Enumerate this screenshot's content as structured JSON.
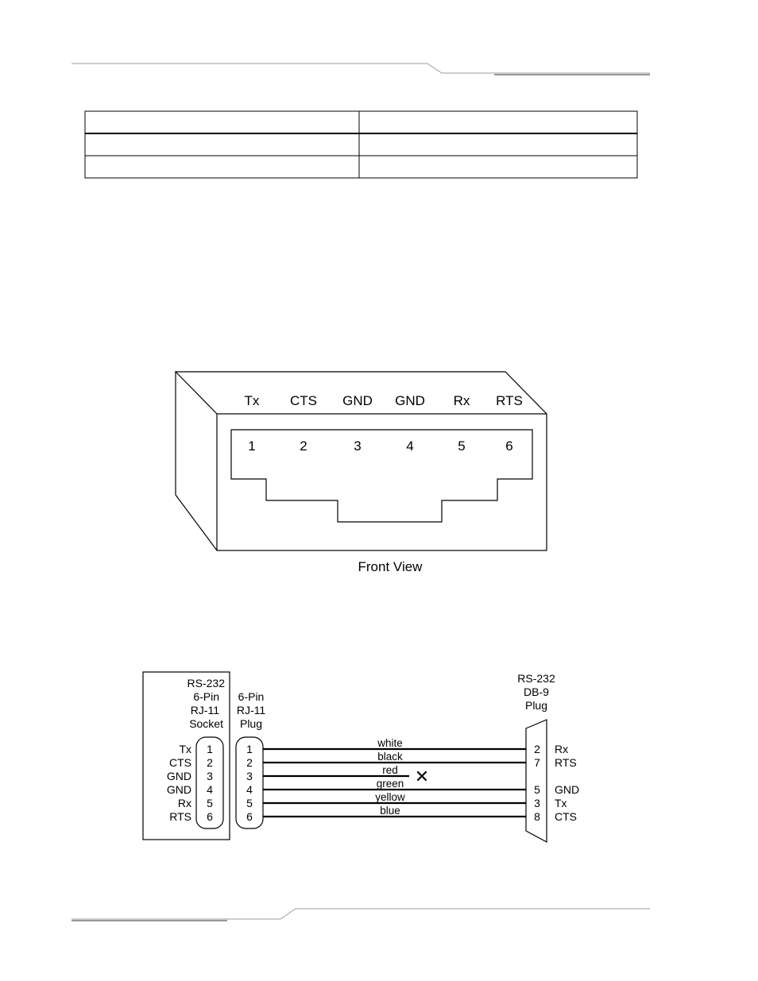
{
  "rj11_front_view": {
    "signals": [
      "Tx",
      "CTS",
      "GND",
      "GND",
      "Rx",
      "RTS"
    ],
    "pins": [
      "1",
      "2",
      "3",
      "4",
      "5",
      "6"
    ],
    "caption": "Front View"
  },
  "cable_diagram": {
    "socket_label": [
      "RS-232",
      "6-Pin",
      "RJ-11",
      "Socket"
    ],
    "plug_label": [
      "6-Pin",
      "RJ-11",
      "Plug"
    ],
    "db9_label": [
      "RS-232",
      "DB-9",
      "Plug"
    ],
    "socket_signals": [
      "Tx",
      "CTS",
      "GND",
      "GND",
      "Rx",
      "RTS"
    ],
    "socket_pins": [
      "1",
      "2",
      "3",
      "4",
      "5",
      "6"
    ],
    "plug_pins": [
      "1",
      "2",
      "3",
      "4",
      "5",
      "6"
    ],
    "wires": [
      "white",
      "black",
      "red",
      "green",
      "yellow",
      "blue"
    ],
    "db9_pins": [
      "2",
      "7",
      "",
      "5",
      "3",
      "8"
    ],
    "db9_signals": [
      "Rx",
      "RTS",
      "",
      "GND",
      "Tx",
      "CTS"
    ],
    "cut_marker": "✕"
  }
}
